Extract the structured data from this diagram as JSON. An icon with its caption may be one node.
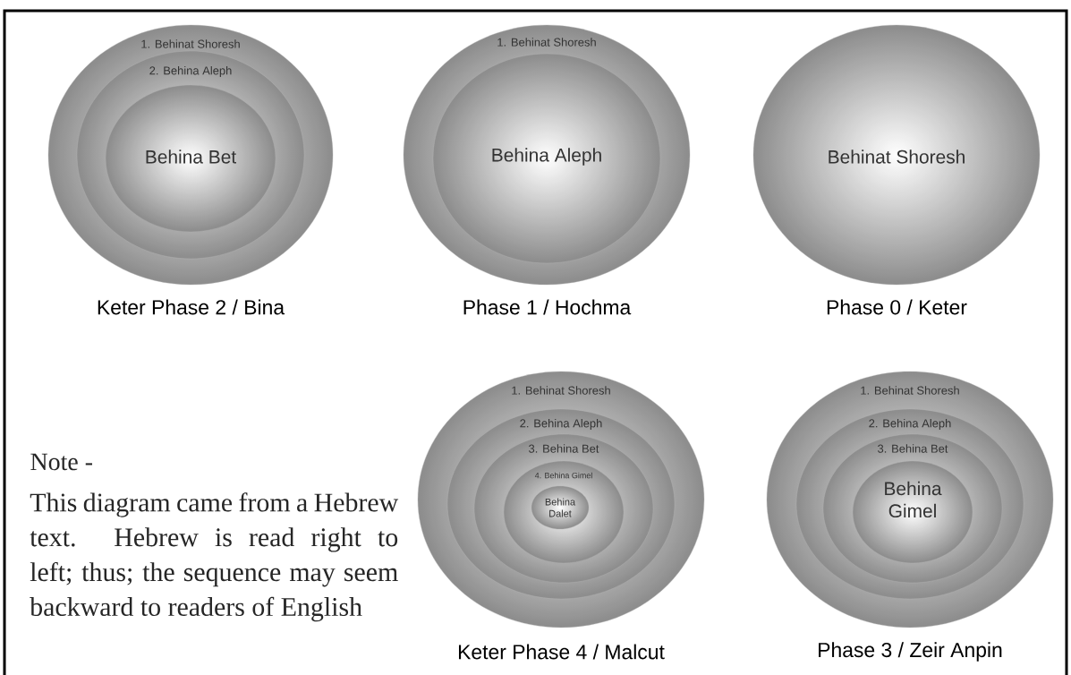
{
  "diagram": {
    "nodes": [
      {
        "text": [
          "1. Behinat Shoresh"
        ],
        "beside": [
          "Keter Phase 2 / Bina"
        ]
      },
      {
        "text": [
          "2. Behina Aleph"
        ],
        "in": 0
      },
      {
        "text": [
          "Behina Bet"
        ],
        "in": 1
      },
      {
        "text": [
          "1. Behinat Shoresh"
        ],
        "beside": [
          "Phase 1 / Hochma"
        ]
      },
      {
        "text": [
          "Behina Aleph"
        ],
        "in": 3
      },
      {
        "text": [
          "Behinat Shoresh"
        ],
        "beside": [
          "Phase 0 / Keter"
        ]
      },
      {
        "text": [
          "1. Behinat Shoresh"
        ],
        "beside": [
          "Keter Phase 4 / Malcut"
        ]
      },
      {
        "text": [
          "2. Behina Aleph"
        ],
        "in": 6
      },
      {
        "text": [
          "3. Behina Bet"
        ],
        "in": 7
      },
      {
        "text": [
          "4. Behina Gimel"
        ],
        "in": 8
      },
      {
        "text": [
          "Behina Dalet"
        ],
        "in": 9
      },
      {
        "text": [
          "1. Behinat Shoresh"
        ],
        "beside": [
          "Phase 3 / Zeir Anpin"
        ]
      },
      {
        "text": [
          "2. Behina Aleph"
        ],
        "in": 11
      },
      {
        "text": [
          "3. Behina Bet"
        ],
        "in": 12
      },
      {
        "text": [
          "Behina Gimel"
        ],
        "in": 13
      }
    ],
    "labels": [
      "Note -",
      "This diagram came from a Hebrew text. Hebrew is read right to left; thus; the sequence may seem backward to readers of English"
    ]
  }
}
